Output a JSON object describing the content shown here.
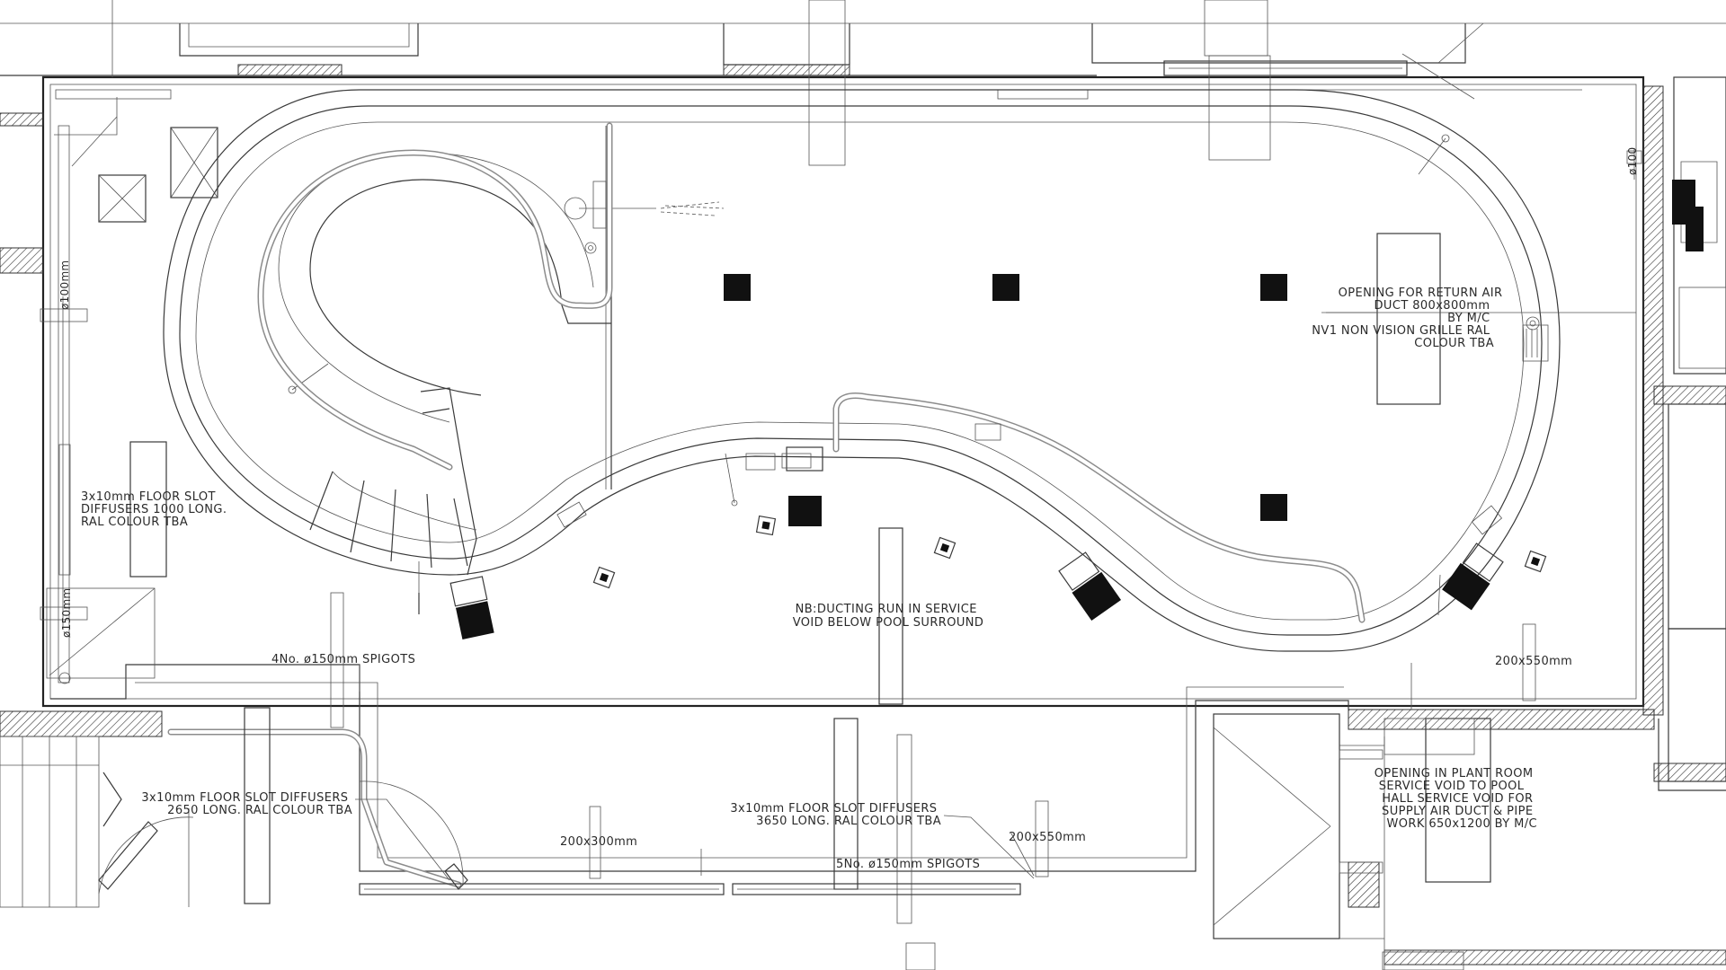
{
  "notes": {
    "return_air": [
      "OPENING FOR RETURN AIR",
      "DUCT 800x800mm",
      "BY M/C",
      "NV1 NON VISION GRILLE RAL",
      "COLOUR TBA"
    ],
    "floor_slot_left": [
      "3x10mm FLOOR SLOT",
      "DIFFUSERS 1000 LONG.",
      "RAL COLOUR TBA"
    ],
    "ducting_run": [
      "NB:DUCTING RUN IN SERVICE",
      "VOID BELOW POOL SURROUND"
    ],
    "spigots_4": "4No. ø150mm SPIGOTS",
    "floor_slot_2650": [
      "3x10mm FLOOR SLOT DIFFUSERS",
      "2650 LONG. RAL COLOUR TBA"
    ],
    "floor_slot_3650": [
      "3x10mm FLOOR SLOT DIFFUSERS",
      "3650 LONG. RAL COLOUR TBA"
    ],
    "dim_200x300": "200x300mm",
    "dim_200x550_bottom": "200x550mm",
    "dim_200x550_right": "200x550mm",
    "spigots_5": "5No. ø150mm SPIGOTS",
    "plant_room": [
      "OPENING IN PLANT ROOM",
      "SERVICE VOID TO POOL",
      "HALL SERVICE VOID FOR",
      "SUPPLY AIR DUCT & PIPE",
      "WORK 650x1200 BY M/C"
    ],
    "dia_100_left": "ø100mm",
    "dia_150_left": "ø150mm",
    "dia_100_right": "ø100"
  }
}
